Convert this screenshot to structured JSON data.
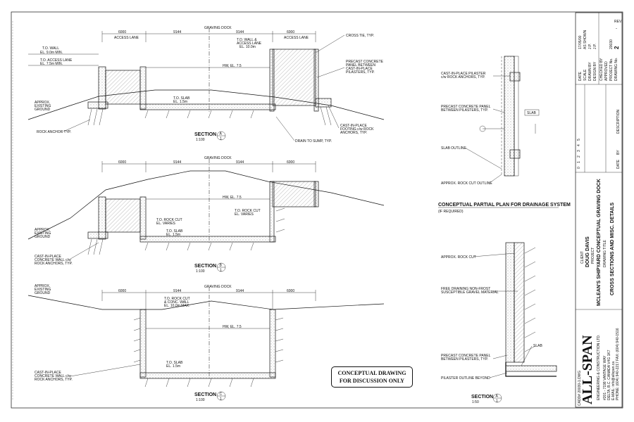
{
  "section_a": {
    "title": "SECTION",
    "letter": "A",
    "sheet": "1",
    "scale": "1:100",
    "centerline_label": "GRAVING DOCK",
    "dims": [
      "6000",
      "9144",
      "9144",
      "6000"
    ],
    "access_lane_left": "ACCESS LANE",
    "access_lane_right": "ACCESS LANE",
    "to_wall_left": "T.O. WALL",
    "to_wall_left_el": "EL. 9.0m MIN.",
    "to_access_lane": "T.O. ACCESS LANE",
    "to_access_lane_el": "EL. 7.5m MIN.",
    "to_wall_right": "T.O. WALL &",
    "to_wall_right_2": "ACCESS LANE",
    "to_wall_right_el": "EL. 10.0m",
    "hw": "HW, EL. 7.5",
    "to_slab": "T.O. SLAB",
    "to_slab_el": "EL. 1.5m",
    "approx_ground": [
      "APPROX.",
      "EXISTING",
      "GROUND"
    ],
    "rock_anchor": "ROCK ANCHOR TYP.",
    "cross_tie": "CROSS TIE, TYP.",
    "precast_panel": [
      "PRECAST CONCRETE",
      "PANEL BETWEEN",
      "CAST-IN-PLACE",
      "PILASTERS, TYP."
    ],
    "cip_footing": [
      "CAST-IN-PLACE",
      "FOOTING c/w ROCK",
      "ANCHORS, TYP."
    ],
    "drain": "DRAIN TO SUMP, TYP."
  },
  "section_b": {
    "title": "SECTION",
    "letter": "B",
    "sheet": "1",
    "scale": "1:100",
    "centerline_label": "GRAVING DOCK",
    "dims": [
      "6000",
      "9144",
      "9144",
      "6000"
    ],
    "hw": "HW, EL. 7.5",
    "rock_cut_right": "T.O. ROCK CUT",
    "rock_cut_right_el": "EL. VARIES",
    "rock_cut_left": "T.O. ROCK CUT",
    "rock_cut_left_el": "EL. VARIES",
    "to_slab": "T.O. SLAB",
    "to_slab_el": "EL. 1.5m",
    "approx_ground": [
      "APPROX.",
      "EXISTING",
      "GROUND"
    ],
    "cip_wall": [
      "CAST-IN-PLACE",
      "CONCRETE WALL c/w",
      "ROCK ANCHORS, TYP."
    ]
  },
  "section_c": {
    "title": "SECTION",
    "letter": "C",
    "sheet": "1",
    "scale": "1:100",
    "centerline_label": "GRAVING DOCK",
    "dims": [
      "6000",
      "9144",
      "9144",
      "6000"
    ],
    "approx_ground": [
      "APPROX.",
      "EXISTING",
      "GROUND"
    ],
    "rock_cut": [
      "T.O. ROCK CUT",
      "& CONC. WALL",
      "EL. 10.0m MAX."
    ],
    "hw": "HW, EL. 7.5",
    "to_slab": "T.O. SLAB",
    "to_slab_el": "EL. 1.5m",
    "cip_wall": [
      "CAST-IN-PLACE",
      "CONCRETE WALL c/w",
      "ROCK ANCHORS, TYP."
    ]
  },
  "plan_detail": {
    "cip_pilaster": [
      "CAST-IN-PLACE PILASTER",
      "c/w ROCK ANCHORS, TYP."
    ],
    "precast_panel": [
      "PRECAST CONCRETE PANEL",
      "BETWEEN PILASTERS, TYP."
    ],
    "slab_label": "SLAB",
    "slab_outline": "SLAB OUTLINE",
    "rock_cut_outline": "APPROX. ROCK CUT OUTLINE",
    "title": "CONCEPTUAL PARTIAL PLAN FOR DRAINAGE SYSTEM",
    "subtitle": "(IF REQUIRED)"
  },
  "section_a2": {
    "title": "SECTION",
    "letter": "A",
    "sheet": "1",
    "scale": "1:50",
    "approx_rock_cut": "APPROX. ROCK CUT",
    "free_draining": [
      "FREE DRAINING NON-FROST",
      "SUSCEPTIBLE GRAVEL MATERIAL"
    ],
    "precast_panel": [
      "PRECAST CONCRETE PANEL",
      "BETWEEN PILASTERS, TYP."
    ],
    "slab": "SLAB",
    "pilaster_outline": "PILASTER OUTLINE BEYOND"
  },
  "concept_note": [
    "CONCEPTUAL DRAWING",
    "FOR DISCUSSION ONLY"
  ],
  "title_block": {
    "company": "ALL-SPAN",
    "company_sub": "ENGINEERING & CONSTRUCTION LTD.",
    "address": [
      "#201 - 7198 VANTAGE WAY",
      "DELTA, B.C. CANADA V4G 1K7"
    ],
    "email": "E-MAIL: info@allspan.ca",
    "phone": "PHONE: (604) 940-2217  FAX: (604) 940-1516",
    "client_label": "CLIENT",
    "client": "DOUG DAVIS",
    "project_label": "PROJECT",
    "project": "MCLEAN'S SHIPYARD CONCEPTUAL GRAVING DOCK",
    "drawing_title_label": "DRAWING TITLE",
    "drawing_title": "CROSS SECTIONS AND MISC. DETAILS",
    "fields": [
      {
        "label": "DATE",
        "value": "17/05/00"
      },
      {
        "label": "SCALE",
        "value": "AS SHOWN"
      },
      {
        "label": "DRAWN BY",
        "value": "J.P."
      },
      {
        "label": "DESIGN BY",
        "value": "J.P."
      },
      {
        "label": "CHECKED BY",
        "value": ""
      },
      {
        "label": "APPROVED",
        "value": ""
      },
      {
        "label": "PROJECT No.",
        "value": "20030"
      },
      {
        "label": "DRAWING No.",
        "value": "2"
      }
    ],
    "rev_label": "REV.",
    "rev": "-",
    "rev_col_labels": [
      "DATE",
      "BY",
      "DESCRIPTION"
    ],
    "rev_rows": [
      "0",
      "1",
      "2",
      "3",
      "4",
      "5"
    ],
    "footer": "CADD# 20030-1.DWG"
  }
}
